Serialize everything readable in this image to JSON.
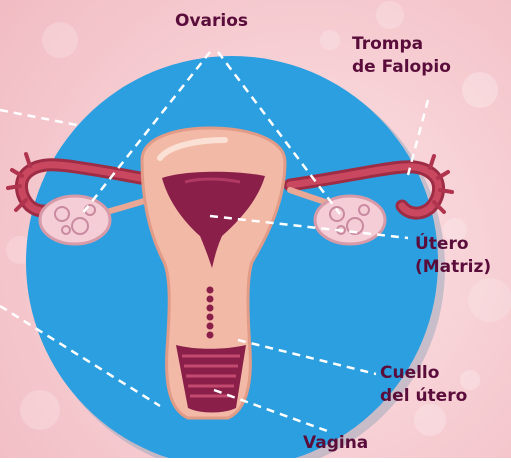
{
  "colors": {
    "circle": "#2b9fe0",
    "label_text": "#5a0d3a",
    "tissue": "#f2b9a6",
    "cavity": "#8a1f4a",
    "tube": "#b83a55"
  },
  "labels": {
    "ovaries": "Ovarios",
    "fallopian_line1": "Trompa",
    "fallopian_line2": "de Falopio",
    "uterus_line1": "Útero",
    "uterus_line2": "(Matriz)",
    "cervix_line1": "Cuello",
    "cervix_line2": "del útero",
    "vagina": "Vagina"
  }
}
